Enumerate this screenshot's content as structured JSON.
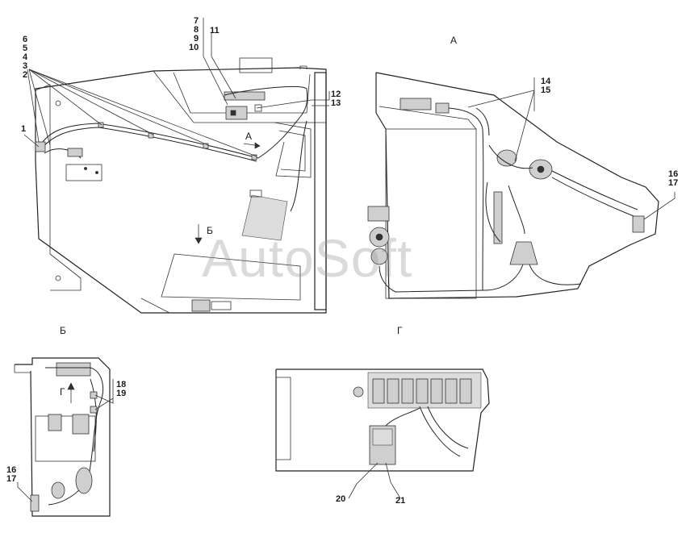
{
  "views": {
    "a": "А",
    "b": "Б",
    "g": "Г"
  },
  "callouts": {
    "n1": "1",
    "n2": "2",
    "n3": "3",
    "n4": "4",
    "n5": "5",
    "n6": "6",
    "n7": "7",
    "n8": "8",
    "n9": "9",
    "n10": "10",
    "n11": "11",
    "n12": "12",
    "n13": "13",
    "n14": "14",
    "n15": "15",
    "n16": "16",
    "n17": "17",
    "n18": "18",
    "n19": "19",
    "n20": "20",
    "n21": "21"
  },
  "watermark": "AutoSoft"
}
